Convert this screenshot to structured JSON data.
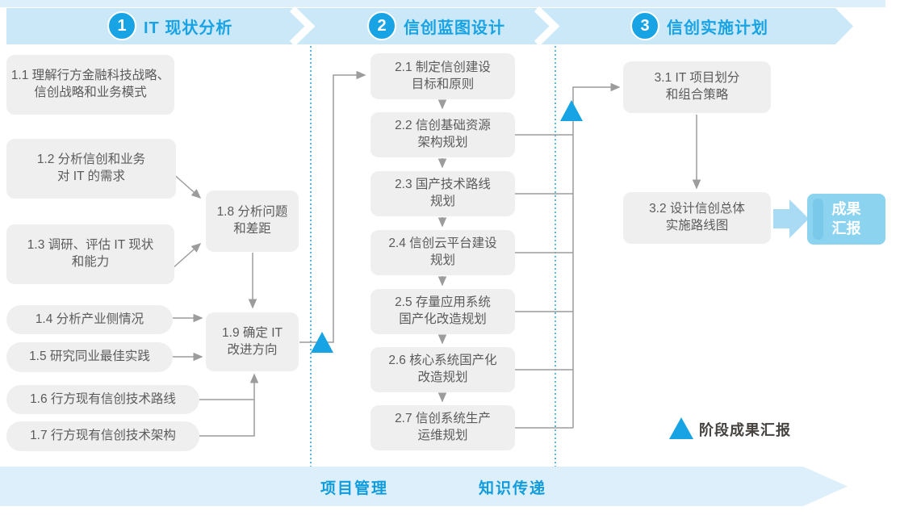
{
  "palette": {
    "accent": "#18A3E4",
    "band": "#CAE8F8",
    "strip": "#DCEFFA",
    "box-bg": "#EFEFEF",
    "box-text": "#5B5B5B",
    "line": "#9C9C9C",
    "result-bg": "#8CD3F0",
    "result-stripe": "#7BC9EA",
    "big-arrow": "#A9DCF4",
    "bottom-text": "#0F9CDD",
    "legend-text": "#454240"
  },
  "phases": [
    {
      "number": "1",
      "title": "IT 现状分析"
    },
    {
      "number": "2",
      "title": "信创蓝图设计"
    },
    {
      "number": "3",
      "title": "信创实施计划"
    }
  ],
  "boxes": {
    "b11": "1.1 理解行方金融科技战略、\n信创战略和业务模式",
    "b12": "1.2 分析信创和业务\n对 IT 的需求",
    "b13": "1.3 调研、评估 IT 现状\n和能力",
    "b14": "1.4 分析产业侧情况",
    "b15": "1.5 研究同业最佳实践",
    "b16": "1.6 行方现有信创技术路线",
    "b17": "1.7 行方现有信创技术架构",
    "b18": "1.8 分析问题\n和差距",
    "b19": "1.9 确定 IT\n改进方向",
    "b21": "2.1 制定信创建设\n目标和原则",
    "b22": "2.2 信创基础资源\n架构规划",
    "b23": "2.3 国产技术路线\n规划",
    "b24": "2.4 信创云平台建设\n规划",
    "b25": "2.5 存量应用系统\n国产化改造规划",
    "b26": "2.6 核心系统国产化\n改造规划",
    "b27": "2.7 信创系统生产\n运维规划",
    "b31": "3.1 IT 项目划分\n和组合策略",
    "b32": "3.2 设计信创总体\n实施路线图"
  },
  "result": "成果\n汇报",
  "legend": "阶段成果汇报",
  "bottom": {
    "left": "项目管理",
    "right": "知识传递"
  }
}
